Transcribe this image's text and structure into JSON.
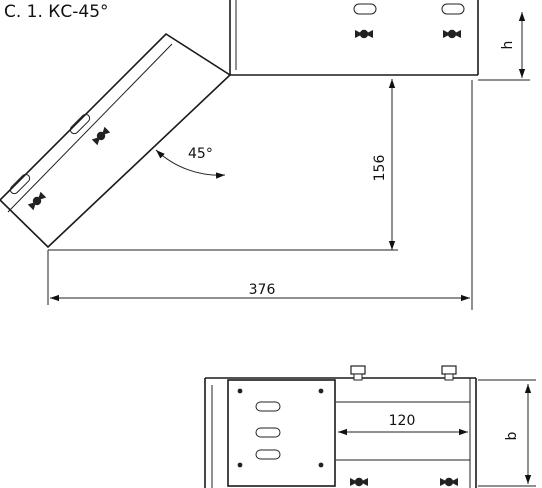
{
  "title": "С. 1. КС-45°",
  "dimensions": {
    "angle": "45°",
    "height_label": "h",
    "vertical_offset": "156",
    "horizontal_length": "376",
    "slot_spacing": "120",
    "width_label": "b"
  },
  "colors": {
    "line": "#1a1a1a",
    "background": "#ffffff"
  }
}
